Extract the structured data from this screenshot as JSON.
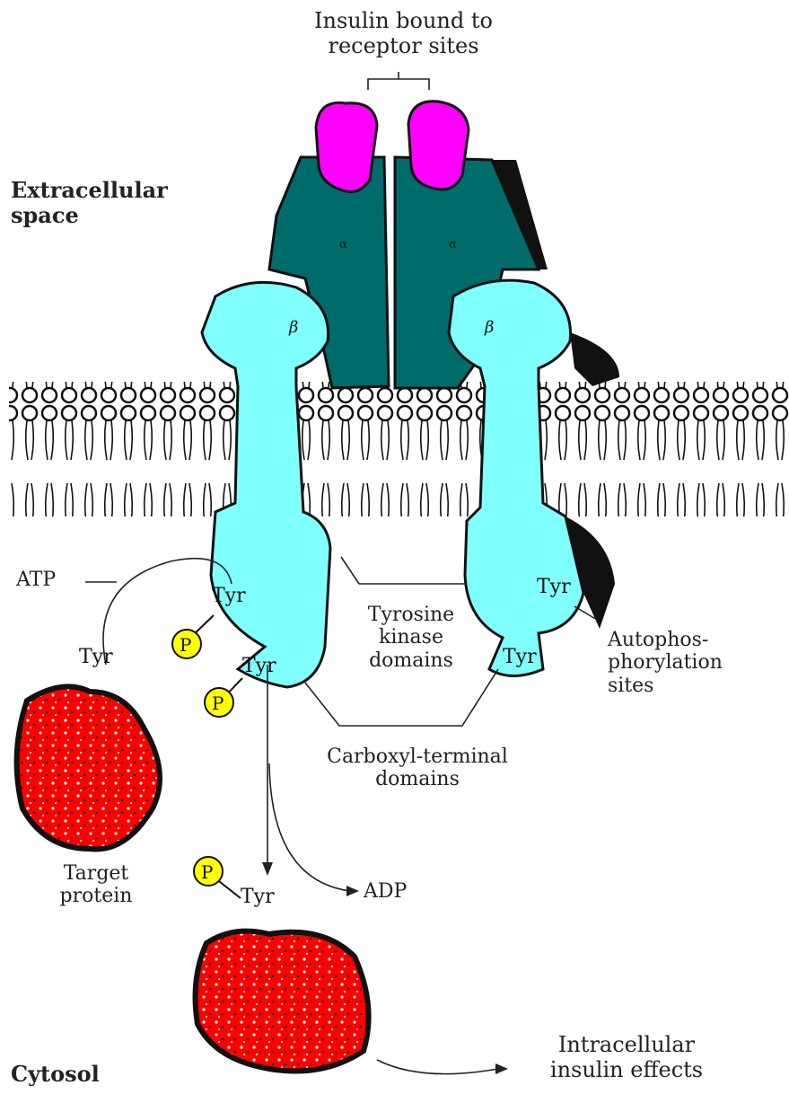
{
  "labels": {
    "insulin_bound": [
      "Insulin bound to",
      "receptor sites"
    ],
    "extracellular_space": [
      "Extracellular",
      "space"
    ],
    "cytosol": "Cytosol",
    "atp": "ATP",
    "adp": "ADP",
    "tyrosine_kinase": [
      "Tyrosine",
      "kinase",
      "domains"
    ],
    "autophosphorylation": [
      "Autophos-",
      "phorylation",
      "sites"
    ],
    "carboxyl_terminal": [
      "Carboxyl-terminal",
      "domains"
    ],
    "target_protein": [
      "Target",
      "protein"
    ],
    "intracellular_effects": [
      "Intracellular",
      "insulin effects"
    ],
    "tyr": "Tyr",
    "phosphate": "P",
    "alpha": "α",
    "beta": "β"
  },
  "colors": {
    "insulin": "#ff00ff",
    "alpha_subunit": "#006b6b",
    "beta_subunit": "#80ffff",
    "protein": "#ff0000",
    "phosphate": "#ffff00",
    "outline": "#111111"
  }
}
